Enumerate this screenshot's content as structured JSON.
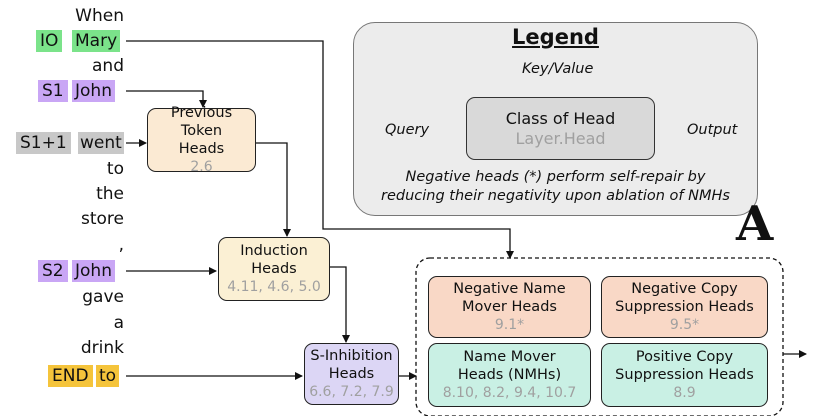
{
  "tokens": [
    {
      "text": "When"
    },
    {
      "text": "Mary"
    },
    {
      "text": "and"
    },
    {
      "text": "John"
    },
    {
      "text": "went"
    },
    {
      "text": "to"
    },
    {
      "text": "the"
    },
    {
      "text": "store"
    },
    {
      "text": ","
    },
    {
      "text": "John"
    },
    {
      "text": "gave"
    },
    {
      "text": "a"
    },
    {
      "text": "drink"
    },
    {
      "text": "to"
    }
  ],
  "labels": {
    "io": "IO",
    "s1": "S1",
    "s1p1": "S1+1",
    "s2": "S2",
    "end": "END"
  },
  "colors": {
    "io_green": "#7be38a",
    "s_purple": "#c9a6f5",
    "s1p1_gray": "#c8c8c8",
    "end_yellow": "#f5c43b",
    "prev_token_fill": "#fbead3",
    "induction_fill": "#fbf0d4",
    "s_inhibition_fill": "#dcd6f5",
    "negative_fill": "#f9d8c6",
    "positive_fill": "#c9f0e4",
    "legend_fill": "#ececec"
  },
  "heads": {
    "previous_token": {
      "title": "Previous Token Heads",
      "layers": "2.6"
    },
    "induction": {
      "title": "Induction Heads",
      "layers": "4.11, 4.6, 5.0"
    },
    "s_inhibition": {
      "title": "S-Inhibition Heads",
      "layers": "6.6, 7.2, 7.9"
    },
    "negative_name_mover": {
      "title": "Negative Name Mover Heads",
      "layers": "9.1*"
    },
    "negative_copy_suppression": {
      "title": "Negative Copy Suppression Heads",
      "layers": "9.5*"
    },
    "name_mover": {
      "title": "Name Mover Heads (NMHs)",
      "layers": "8.10, 8.2, 9.4, 10.7"
    },
    "positive_copy_suppression": {
      "title": "Positive Copy Suppression Heads",
      "layers": "8.9"
    }
  },
  "legend": {
    "title": "Legend",
    "key_value": "Key/Value",
    "query": "Query",
    "output": "Output",
    "class_title": "Class of Head",
    "class_sub": "Layer.Head",
    "note": "Negative heads (*) perform self-repair by reducing their negativity upon ablation of NMHs"
  },
  "panel_letter": "A"
}
